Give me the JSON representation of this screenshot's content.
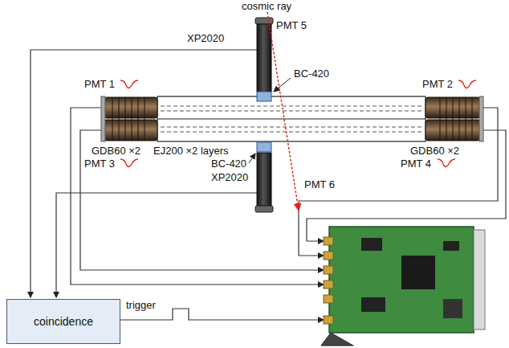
{
  "diagram": {
    "nodes": [
      {
        "text": [
          "coincidence"
        ]
      }
    ],
    "labels": [
      "cosmic ray",
      "PMT 5",
      "XP2020",
      "BC-420",
      "PMT 1",
      "PMT 2",
      "GDB60 ×2",
      "EJ200 ×2 layers",
      "GDB60 ×2",
      "PMT 3",
      "BC-420",
      "PMT 4",
      "XP2020",
      "PMT 6",
      "trigger"
    ]
  }
}
